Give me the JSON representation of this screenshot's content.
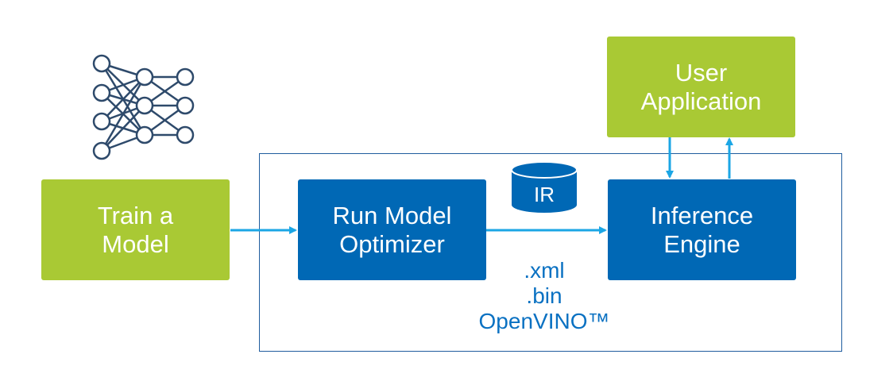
{
  "nodes": {
    "train_model": {
      "line1": "Train a",
      "line2": "Model"
    },
    "model_optimizer": {
      "line1": "Run Model",
      "line2": "Optimizer"
    },
    "inference_engine": {
      "line1": "Inference",
      "line2": "Engine"
    },
    "user_application": {
      "line1": "User",
      "line2": "Application"
    }
  },
  "ir": {
    "label": "IR"
  },
  "files": {
    "xml": ".xml",
    "bin": ".bin",
    "brand": "OpenVINO™"
  },
  "colors": {
    "green": "#a9c934",
    "blue": "#0068b5",
    "arrow": "#1ba6e5",
    "frame": "#1f5c9e",
    "text_blue": "#0a71c2",
    "network": "#2e4a6b"
  }
}
